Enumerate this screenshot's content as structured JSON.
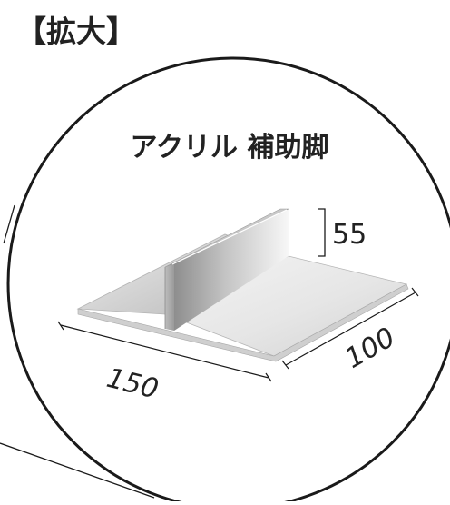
{
  "header": {
    "label": "【拡大】"
  },
  "callout": {
    "title": "アクリル 補助脚"
  },
  "dimensions": {
    "height": "55",
    "width": "150",
    "depth": "100"
  },
  "colors": {
    "ink": "#1a1a1a",
    "panel_light": "#efefef",
    "panel_mid": "#c9c9c9",
    "panel_dark": "#9a9a9a"
  }
}
